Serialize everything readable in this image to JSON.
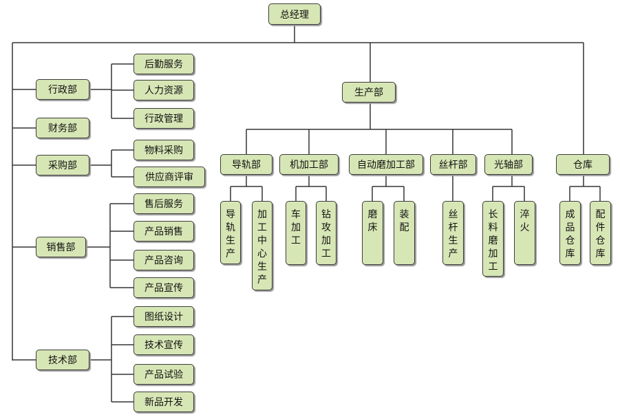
{
  "org": {
    "root": "总经理",
    "departments": {
      "admin": "行政部",
      "finance": "财务部",
      "purchase": "采购部",
      "sales": "销售部",
      "tech": "技术部",
      "production": "生产部",
      "warehouse": "仓库"
    },
    "admin_items": [
      "后勤服务",
      "人力资源",
      "行政管理"
    ],
    "purchase_items": [
      "物料采购",
      "供应商评审"
    ],
    "sales_items": [
      "售后服务",
      "产品销售",
      "产品咨询",
      "产品宣传"
    ],
    "tech_items": [
      "图纸设计",
      "技术宣传",
      "产品试验",
      "新品开发"
    ],
    "production_units": [
      "导轨部",
      "机加工部",
      "自动磨加工部",
      "丝杆部",
      "光轴部"
    ],
    "production_leaves": {
      "rail": [
        "导轨生产",
        "加工中心生产"
      ],
      "machining": [
        "车加工",
        "钻攻加工"
      ],
      "grinding": [
        "磨床",
        "装配"
      ],
      "screw": [
        "丝杆生产"
      ],
      "shaft": [
        "长料磨加工",
        "淬火"
      ],
      "warehouse": [
        "成品仓库",
        "配件仓库"
      ]
    }
  }
}
